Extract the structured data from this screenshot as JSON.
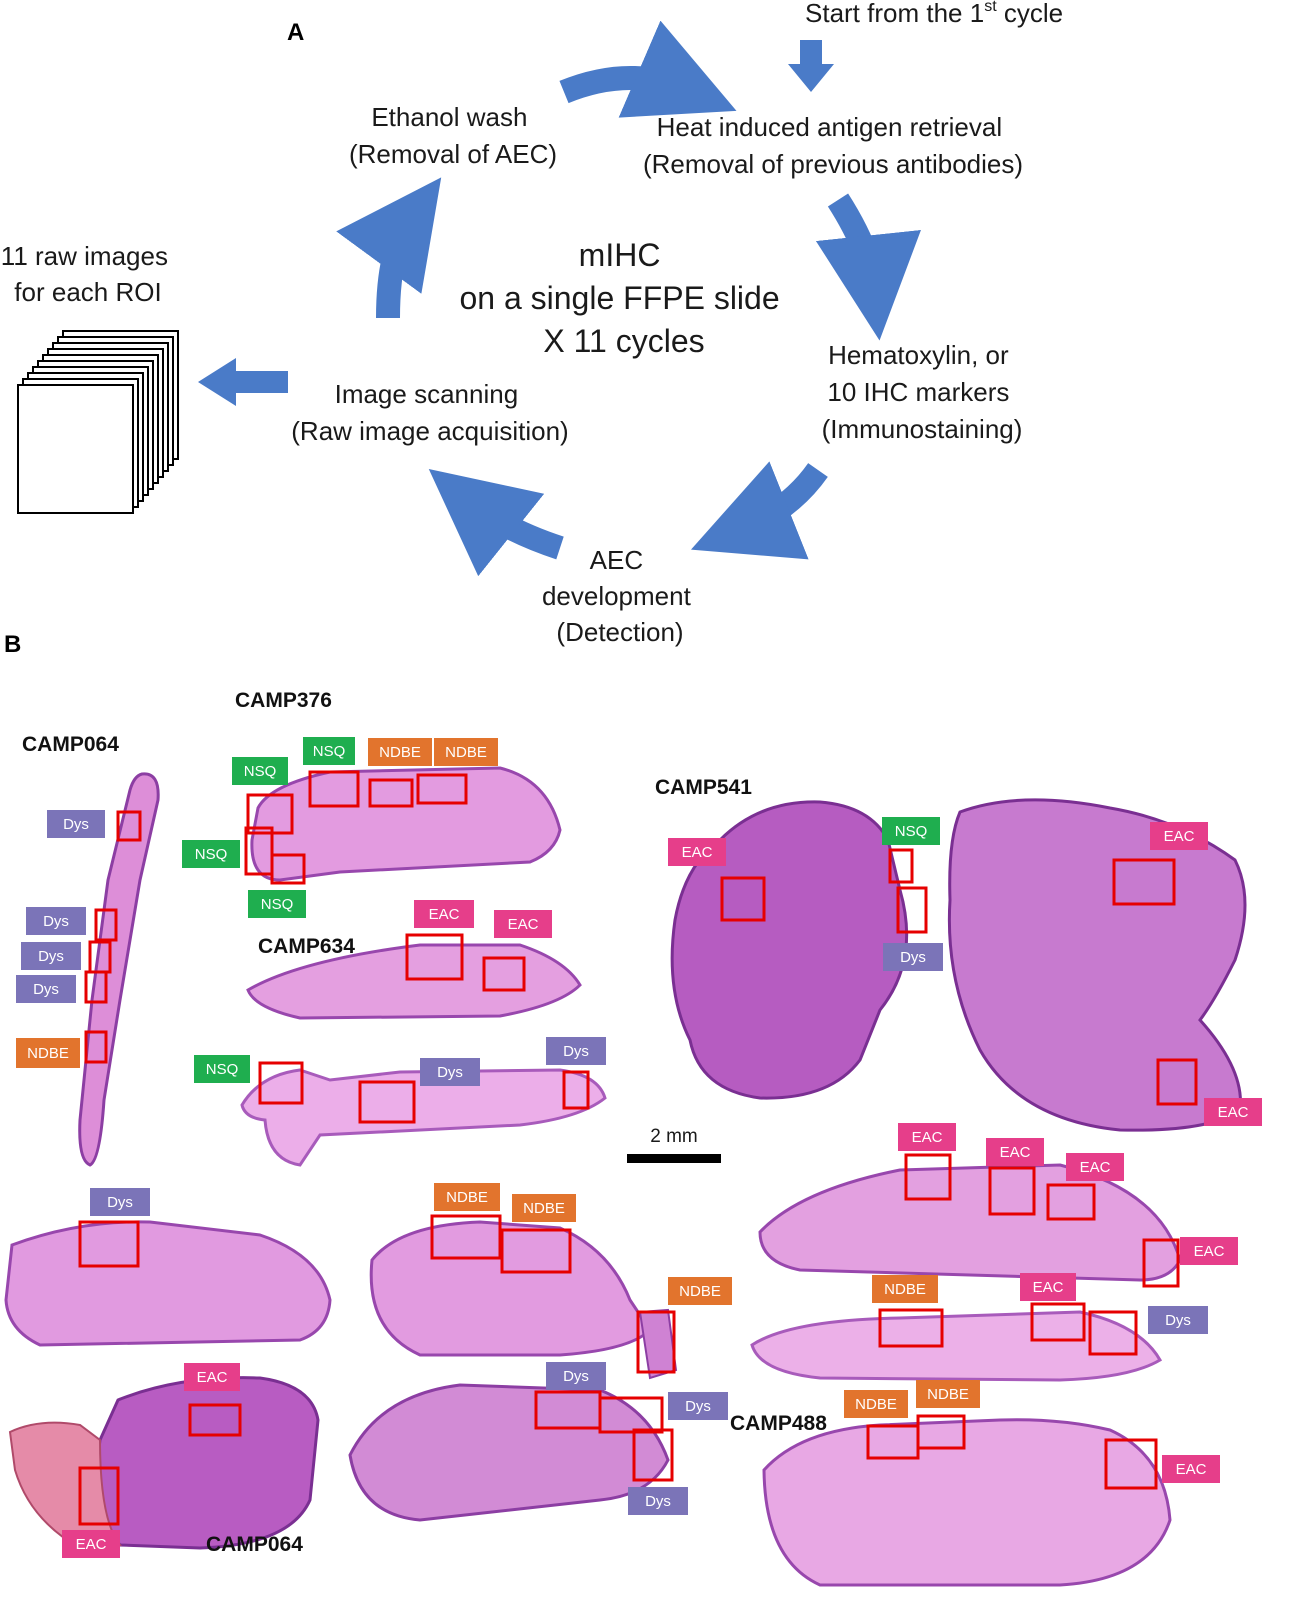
{
  "panel_a": {
    "label": "A",
    "start_note": {
      "text": "Start from the 1",
      "superscript": "st",
      "suffix": " cycle"
    },
    "center": {
      "line1": "mIHC",
      "line2": "on a single FFPE slide",
      "line3": "X 11 cycles"
    },
    "steps": {
      "hiar": {
        "line1": "Heat induced antigen retrieval",
        "line2": "(Removal of previous antibodies)"
      },
      "stain": {
        "line1": "Hematoxylin, or",
        "line2": "10 IHC markers",
        "line3": "(Immunostaining)"
      },
      "aec": {
        "line1": "AEC",
        "line2": "development",
        "line3": "(Detection)"
      },
      "scan": {
        "line1": "Image scanning",
        "line2": "(Raw image acquisition)"
      },
      "wash": {
        "line1": "Ethanol wash",
        "line2": "(Removal of AEC)"
      }
    },
    "output": {
      "line1": "11 raw images",
      "line2": "for each ROI"
    }
  },
  "panel_b": {
    "label": "B",
    "scale_bar": "2 mm",
    "samples": {
      "camp064_top": "CAMP064",
      "camp376": "CAMP376",
      "camp634": "CAMP634",
      "camp541": "CAMP541",
      "camp488": "CAMP488",
      "camp064_bottom": "CAMP064"
    },
    "tags": {
      "dys": "Dys",
      "nsq": "NSQ",
      "ndbe": "NDBE",
      "eac": "EAC"
    }
  },
  "colors": {
    "arrow": "#4a7bc8",
    "roi_box": "#e60000",
    "tissue": "#d986d4",
    "tissue_dark": "#8c3ea3",
    "dys": "#7b74b8",
    "nsq": "#1fae4f",
    "ndbe": "#e2742d",
    "eac": "#e63e8a"
  }
}
